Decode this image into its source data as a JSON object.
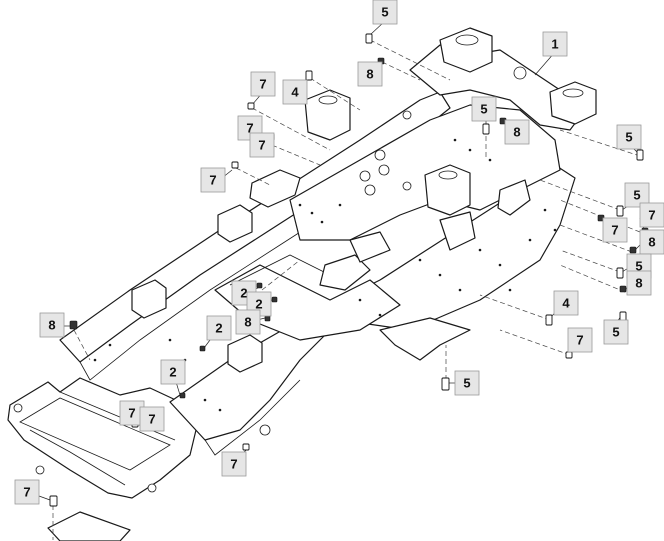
{
  "diagram": {
    "callouts": [
      {
        "id": "c1",
        "label": "5"
      },
      {
        "id": "c2",
        "label": "1"
      },
      {
        "id": "c3",
        "label": "7"
      },
      {
        "id": "c4",
        "label": "4"
      },
      {
        "id": "c5",
        "label": "8"
      },
      {
        "id": "c6",
        "label": "5"
      },
      {
        "id": "c7",
        "label": "8"
      },
      {
        "id": "c8",
        "label": "7"
      },
      {
        "id": "c9",
        "label": "7"
      },
      {
        "id": "c10",
        "label": "7"
      },
      {
        "id": "c11",
        "label": "5"
      },
      {
        "id": "c12",
        "label": "5"
      },
      {
        "id": "c13",
        "label": "7"
      },
      {
        "id": "c14",
        "label": "7"
      },
      {
        "id": "c15",
        "label": "8"
      },
      {
        "id": "c16",
        "label": "5"
      },
      {
        "id": "c17",
        "label": "8"
      },
      {
        "id": "c18",
        "label": "2"
      },
      {
        "id": "c19",
        "label": "2"
      },
      {
        "id": "c20",
        "label": "8"
      },
      {
        "id": "c21",
        "label": "2"
      },
      {
        "id": "c22",
        "label": "4"
      },
      {
        "id": "c23",
        "label": "7"
      },
      {
        "id": "c24",
        "label": "5"
      },
      {
        "id": "c25",
        "label": "8"
      },
      {
        "id": "c26",
        "label": "2"
      },
      {
        "id": "c27",
        "label": "5"
      },
      {
        "id": "c28",
        "label": "7"
      },
      {
        "id": "c29",
        "label": "7"
      },
      {
        "id": "c30",
        "label": "7"
      },
      {
        "id": "c31",
        "label": "7"
      }
    ]
  }
}
